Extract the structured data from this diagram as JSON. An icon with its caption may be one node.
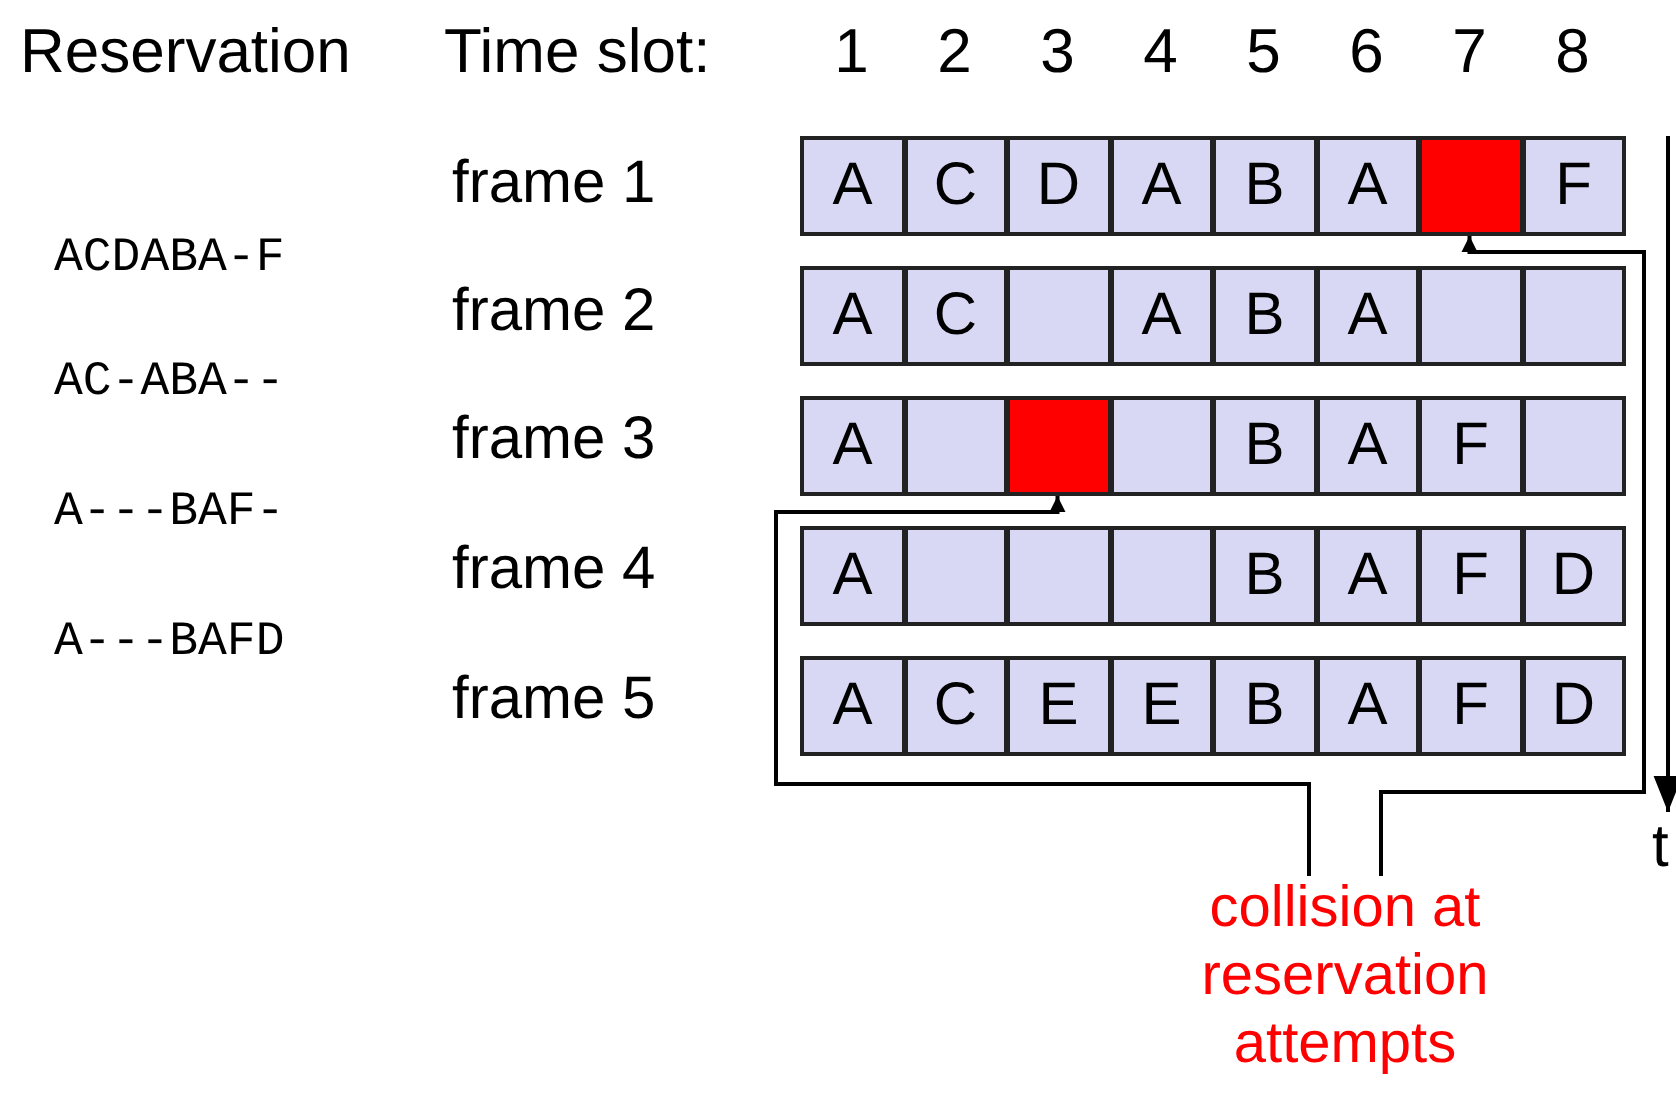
{
  "diagram": {
    "nodes": [
      {
        "text": [
          "A"
        ]
      },
      {
        "text": [
          "C"
        ]
      },
      {
        "text": [
          "D"
        ]
      },
      {
        "text": [
          "A"
        ]
      },
      {
        "text": [
          "B"
        ]
      },
      {
        "text": [
          "A"
        ]
      },
      {
        "text": [],
        "shape": "box"
      },
      {
        "text": [
          "F"
        ]
      },
      {
        "text": [
          "A"
        ]
      },
      {
        "text": [
          "C"
        ]
      },
      {
        "text": [],
        "shape": "box"
      },
      {
        "text": [
          "A"
        ]
      },
      {
        "text": [
          "B"
        ]
      },
      {
        "text": [
          "A"
        ]
      },
      {
        "text": [],
        "shape": "box"
      },
      {
        "text": [],
        "shape": "box"
      },
      {
        "text": [
          "A"
        ]
      },
      {
        "text": [],
        "shape": "box"
      },
      {
        "text": [],
        "shape": "box"
      },
      {
        "text": [],
        "shape": "box"
      },
      {
        "text": [
          "B"
        ]
      },
      {
        "text": [
          "A"
        ]
      },
      {
        "text": [
          "F"
        ]
      },
      {
        "text": [],
        "shape": "box"
      },
      {
        "text": [
          "A"
        ]
      },
      {
        "text": [],
        "shape": "box"
      },
      {
        "text": [],
        "shape": "box"
      },
      {
        "text": [],
        "shape": "box"
      },
      {
        "text": [
          "B"
        ]
      },
      {
        "text": [
          "A"
        ]
      },
      {
        "text": [
          "F"
        ]
      },
      {
        "text": [
          "D"
        ]
      },
      {
        "text": [
          "A"
        ]
      },
      {
        "text": [
          "C"
        ]
      },
      {
        "text": [
          "E"
        ]
      },
      {
        "text": [
          "E"
        ]
      },
      {
        "text": [
          "B"
        ]
      },
      {
        "text": [
          "A"
        ]
      },
      {
        "text": [
          "F"
        ]
      },
      {
        "text": [
          "D"
        ]
      },
      {
        "text": [
          "collision at reservation attempts"
        ]
      }
    ],
    "edges": [
      {
        "from": 40,
        "to": 6,
        "arrow": "to"
      },
      {
        "from": 40,
        "to": 18,
        "arrow": "to"
      }
    ],
    "labels": [
      "Reservation",
      "Time slot:",
      "1",
      "2",
      "3",
      "4",
      "5",
      "6",
      "7",
      "8",
      "frame 1",
      "ACDABA-F",
      "frame 2",
      "AC-ABA--",
      "frame 3",
      "A---BAF-",
      "frame 4",
      "A---BAFD",
      "frame 5",
      "t"
    ]
  }
}
